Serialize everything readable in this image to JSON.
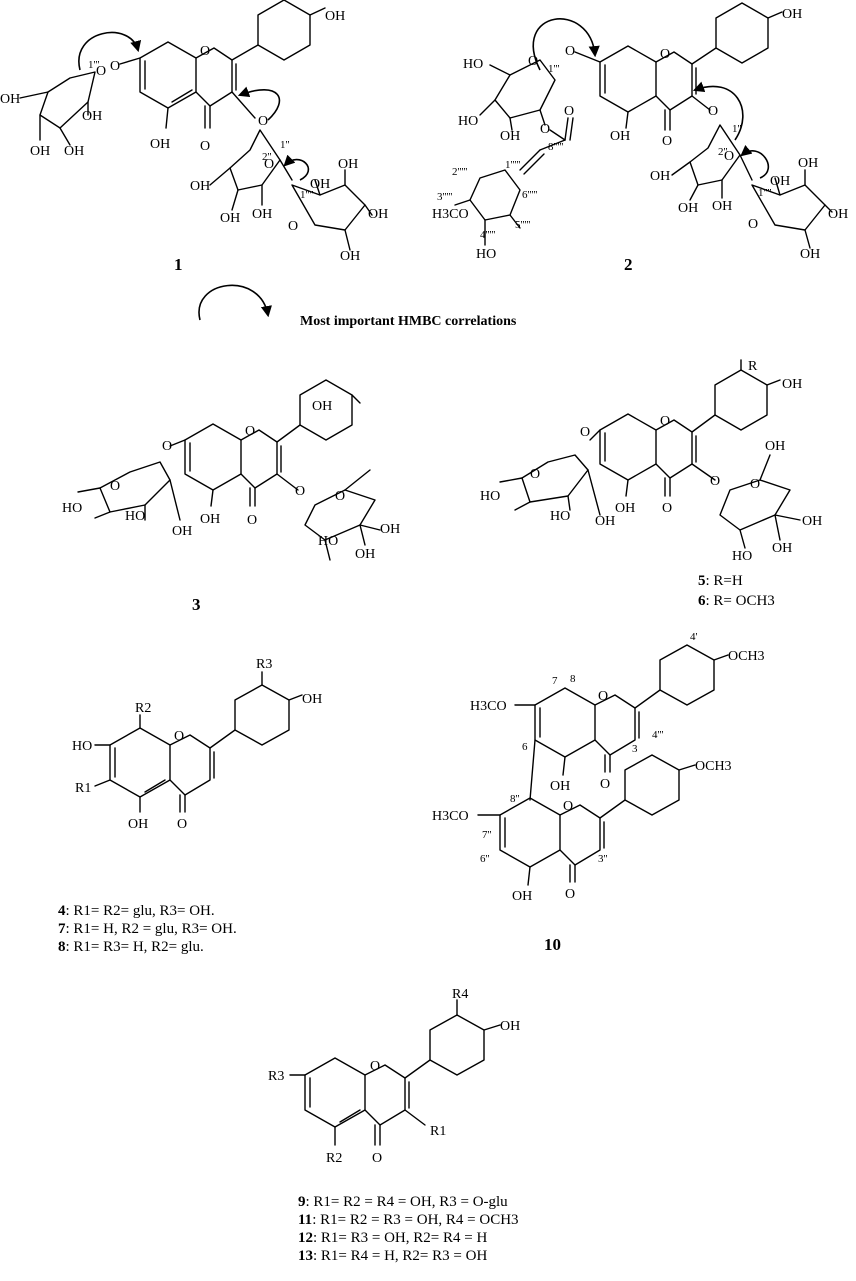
{
  "legend": {
    "text": "Most important HMBC correlations"
  },
  "compounds": {
    "c1": {
      "number": "1"
    },
    "c2": {
      "number": "2"
    },
    "c3": {
      "number": "3"
    },
    "c10": {
      "number": "10"
    }
  },
  "captions": {
    "c5": {
      "bold": "5",
      "rest": ": R=H"
    },
    "c6": {
      "bold": "6",
      "rest": ": R= OCH3"
    },
    "c4": {
      "bold": "4",
      "rest": ": R1= R2= glu, R3= OH."
    },
    "c7": {
      "bold": "7",
      "rest": ": R1= H, R2 = glu, R3= OH."
    },
    "c8": {
      "bold": "8",
      "rest": ": R1= R3= H, R2= glu."
    },
    "c9": {
      "bold": "9",
      "rest": ": R1= R2 = R4 = OH, R3 = O-glu"
    },
    "c11": {
      "bold": "11",
      "rest": ": R1= R2 = R3 = OH, R4 = OCH3"
    },
    "c12": {
      "bold": "12",
      "rest": ": R1= R3 = OH, R2= R4 = H"
    },
    "c13": {
      "bold": "13",
      "rest": ": R1= R4 = H, R2= R3 = OH"
    }
  },
  "atom_labels": {
    "oh": "OH",
    "ho": "HO",
    "o": "O",
    "r": "R",
    "r1": "R1",
    "r2": "R2",
    "r3": "R3",
    "r4": "R4",
    "och3": "OCH3",
    "h3co": "H3CO",
    "p1": "1''",
    "p2": "2''",
    "p3": "1'''",
    "p4": "1''''",
    "c2_8": "8'''''",
    "c2_1": "1'''''",
    "c2_2": "2'''''",
    "c2_3": "3'''''",
    "c2_4": "4'''''",
    "c2_5": "5'''''",
    "c2_6": "6'''''",
    "n3": "3",
    "n6": "6",
    "n7": "7",
    "n8": "8",
    "n4p": "4'",
    "n8pp": "8''",
    "n7pp": "7''",
    "n6pp": "6''",
    "n3pp": "3''",
    "n4ppp": "4'''"
  }
}
